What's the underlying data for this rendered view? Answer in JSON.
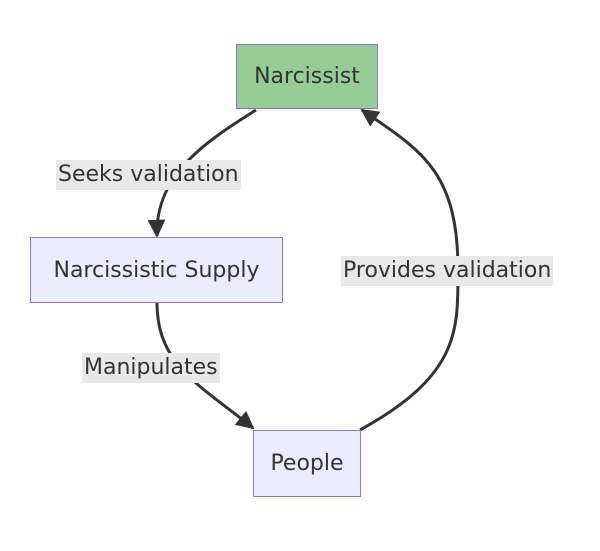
{
  "nodes": {
    "narcissist": "Narcissist",
    "supply": "Narcissistic Supply",
    "people": "People"
  },
  "edges": {
    "seeks": "Seeks validation",
    "manipulates": "Manipulates",
    "provides": "Provides validation"
  },
  "colors": {
    "node_fill": "#ececff",
    "node_border": "#9370db",
    "highlight_fill": "#96cc96",
    "edge_stroke": "#333333",
    "label_bg": "#e8e8e8"
  }
}
